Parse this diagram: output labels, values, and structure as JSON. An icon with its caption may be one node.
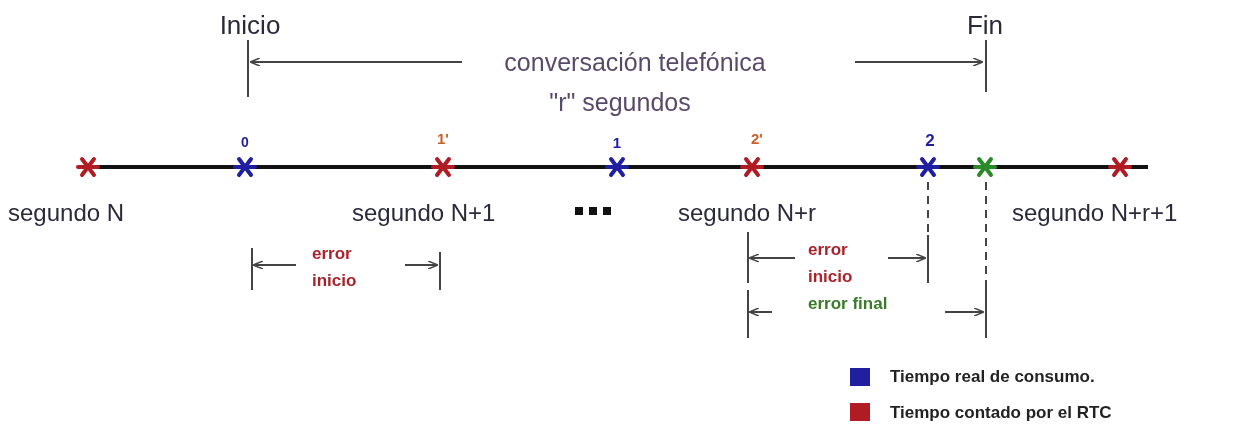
{
  "diagram": {
    "labels": [
      "Inicio",
      "Fin",
      "conversación telefónica",
      "\"r\" segundos",
      "0",
      "1'",
      "1",
      "2'",
      "2",
      "segundo N",
      "segundo N+1",
      "segundo N+r",
      "segundo N+r+1",
      "error inicio",
      "error inicio",
      "error final"
    ],
    "legend": [
      {
        "text": "Tiempo real de consumo.",
        "color": "#1f1fa0"
      },
      {
        "text": "Tiempo contado por el RTC",
        "color": "#b01c24"
      }
    ]
  }
}
